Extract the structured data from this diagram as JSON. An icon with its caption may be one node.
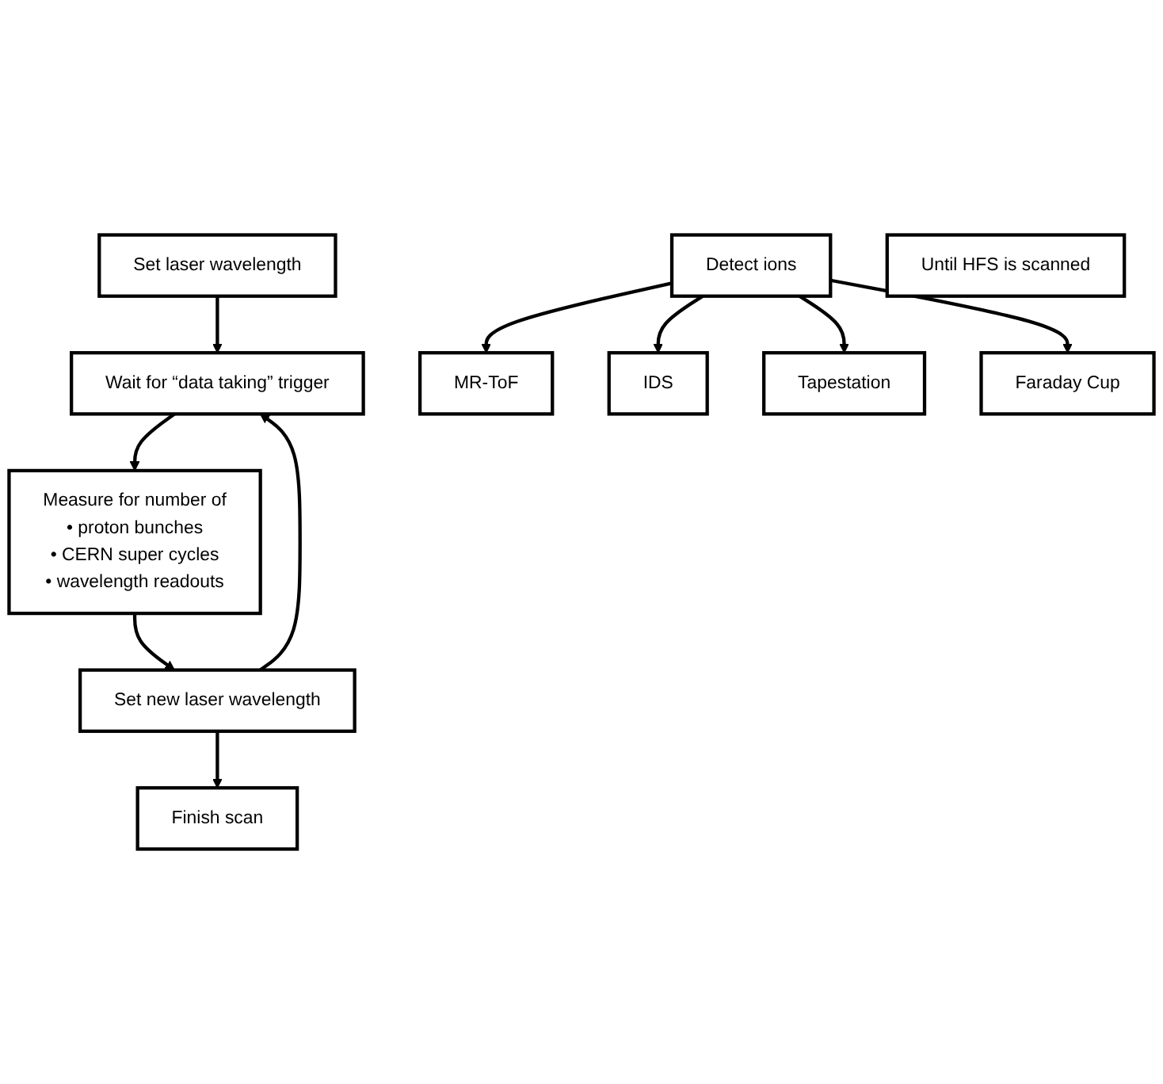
{
  "diagram": {
    "nodes": [
      {
        "text": [
          "Set laser wavelength"
        ]
      },
      {
        "text": [
          "Wait for “data taking” trigger"
        ]
      },
      {
        "text": [
          "Measure for number of",
          "• proton bunches",
          "• CERN super cycles",
          "• wavelength readouts"
        ]
      },
      {
        "text": [
          "Detect ions"
        ]
      },
      {
        "text": [
          "MR-ToF"
        ]
      },
      {
        "text": [
          "IDS"
        ]
      },
      {
        "text": [
          "Tapestation"
        ]
      },
      {
        "text": [
          "Faraday Cup"
        ]
      },
      {
        "text": [
          "Set new laser wavelength"
        ]
      },
      {
        "text": [
          "Finish scan"
        ]
      },
      {
        "text": [
          "Until HFS is scanned"
        ]
      }
    ],
    "edges": [
      {
        "from": 0,
        "to": 1,
        "arrow": "to"
      },
      {
        "from": 1,
        "to": 2,
        "arrow": "to"
      },
      {
        "from": 2,
        "to": 8,
        "arrow": "to"
      },
      {
        "from": 3,
        "to": 4,
        "arrow": "to"
      },
      {
        "from": 3,
        "to": 5,
        "arrow": "to"
      },
      {
        "from": 3,
        "to": 6,
        "arrow": "to"
      },
      {
        "from": 3,
        "to": 7,
        "arrow": "to"
      },
      {
        "from": 8,
        "to": 9,
        "arrow": "to"
      },
      {
        "from": 8,
        "to": 1,
        "arrow": "to"
      }
    ]
  }
}
